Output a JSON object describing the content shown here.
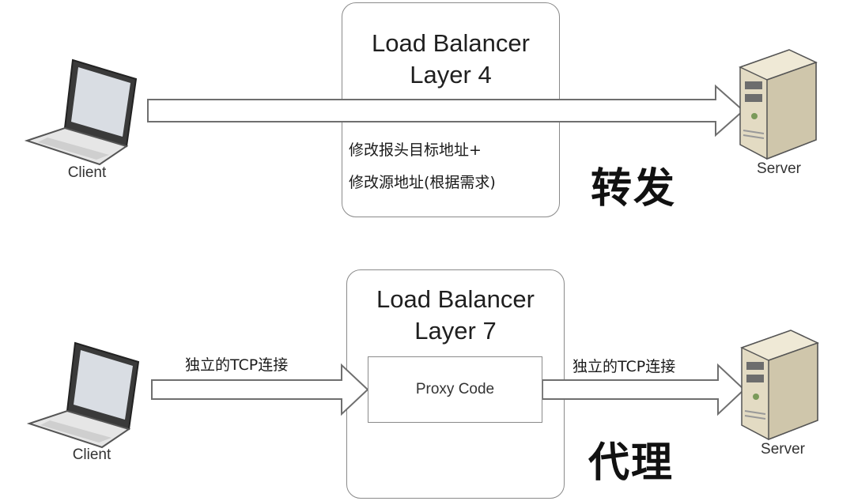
{
  "top": {
    "box_title_line1": "Load Balancer",
    "box_title_line2": "Layer 4",
    "note_line1": "修改报头目标地址+",
    "note_line2": "修改源地址(根据需求)",
    "big_label": "转发",
    "client_label": "Client",
    "server_label": "Server"
  },
  "bottom": {
    "box_title_line1": "Load Balancer",
    "box_title_line2": "Layer 7",
    "proxy_label": "Proxy Code",
    "left_conn_label": "独立的TCP连接",
    "right_conn_label": "独立的TCP连接",
    "big_label": "代理",
    "client_label": "Client",
    "server_label": "Server"
  },
  "icons": {
    "client": "laptop-icon",
    "server": "server-tower-icon"
  },
  "colors": {
    "stroke": "#8a8a8a",
    "arrow_stroke": "#6f6f6f",
    "text": "#222222"
  }
}
